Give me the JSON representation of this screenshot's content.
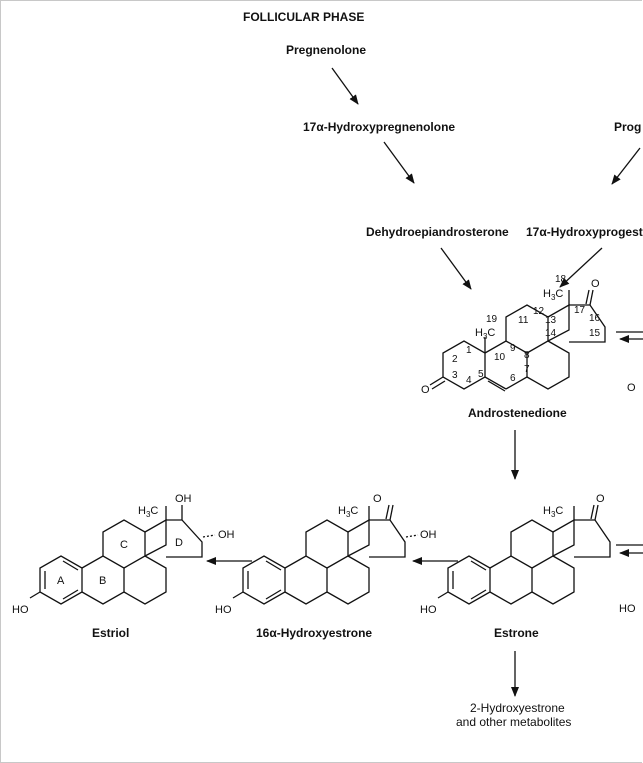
{
  "title": "FOLLICULAR PHASE",
  "compounds": {
    "pregnenolone": "Pregnenolone",
    "hydroxypregnenolone": "17α-Hydroxypregnenolone",
    "progesterone_partial": "Prog",
    "dhea": "Dehydroepiandrosterone",
    "hydroxyprogesterone_partial": "17α-Hydroxyprogeste",
    "androstenedione": "Androstenedione",
    "estrone": "Estrone",
    "hydroxyestrone": "16α-Hydroxyestrone",
    "estriol": "Estriol",
    "metabolites_line1": "2-Hydroxyestrone",
    "metabolites_line2": "and other metabolites"
  },
  "atoms": {
    "oxygen": "O",
    "methyl_h": "H",
    "methyl_sub": "3",
    "methyl_c": "C",
    "hydroxyl": "OH",
    "ho": "HO",
    "ho_partial": "HO",
    "o_partial": "O"
  },
  "ring_labels": [
    "A",
    "B",
    "C",
    "D"
  ],
  "atom_numbers": [
    "1",
    "2",
    "3",
    "4",
    "5",
    "6",
    "7",
    "8",
    "9",
    "10",
    "11",
    "12",
    "13",
    "14",
    "15",
    "16",
    "17",
    "18",
    "19"
  ]
}
